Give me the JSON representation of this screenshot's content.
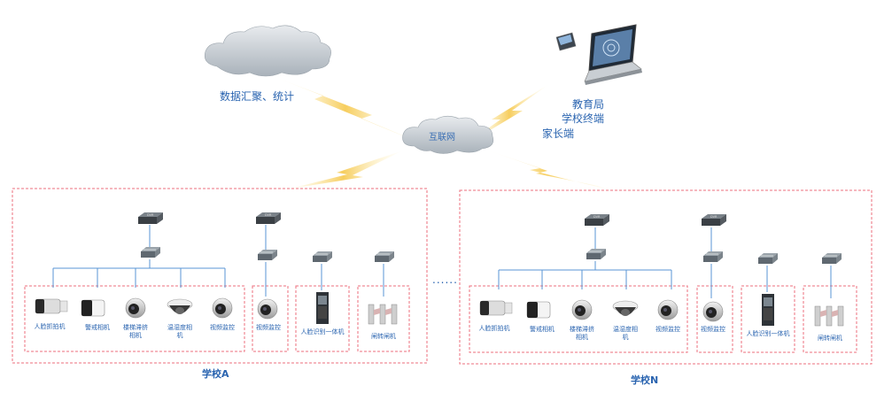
{
  "cloud_stats_label": "数据汇聚、统计",
  "internet_label": "互联网",
  "terminal_labels": [
    "教育局",
    "学校终端",
    "家长端"
  ],
  "dots": "......",
  "school_a": {
    "name": "学校A",
    "devices": [
      "人脸抓拍机",
      "警戒相机",
      "楼梯滞挤相机",
      "温湿度相机",
      "视频监控",
      "视频监控",
      "人脸识别一体机",
      "闸转闸机"
    ]
  },
  "school_n": {
    "name": "学校N",
    "devices": [
      "人脸抓拍机",
      "警戒相机",
      "楼梯滞挤相机",
      "温湿度相机",
      "视频监控",
      "视频监控",
      "人脸识别一体机",
      "闸转闸机"
    ]
  },
  "colors": {
    "accent": "#2a64b0",
    "dashed_border": "#ec6f7c",
    "line": "#5a96d4",
    "flash": "#f5c842"
  }
}
